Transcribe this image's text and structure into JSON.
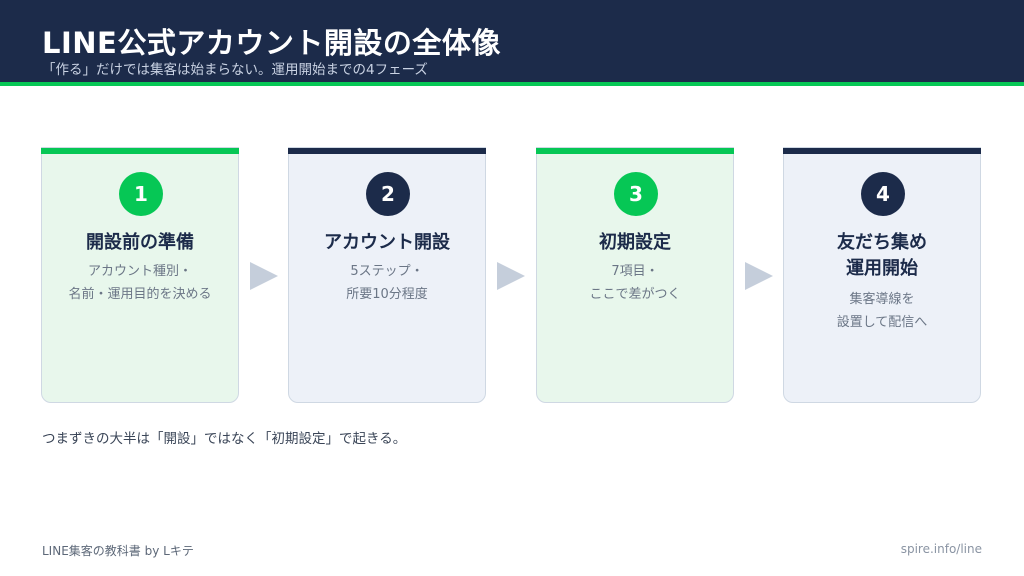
{
  "header": {
    "title": "LINE公式アカウント開設の全体像",
    "subtitle": "「作る」だけでは集客は始まらない。運用開始までの4フェーズ"
  },
  "steps": [
    {
      "number": "1",
      "title_lines": [
        "開設前の準備"
      ],
      "desc_lines": [
        "アカウント種別・",
        "名前・運用目的を決める"
      ]
    },
    {
      "number": "2",
      "title_lines": [
        "アカウント開設"
      ],
      "desc_lines": [
        "5ステップ・",
        "所要10分程度"
      ]
    },
    {
      "number": "3",
      "title_lines": [
        "初期設定"
      ],
      "desc_lines": [
        "7項目・",
        "ここで差がつく"
      ]
    },
    {
      "number": "4",
      "title_lines": [
        "友だち集め",
        "運用開始"
      ],
      "desc_lines": [
        "集客導線を",
        "設置して配信へ"
      ]
    }
  ],
  "colors": {
    "navy": "#1c2b4a",
    "green": "#06c755",
    "green_card": "#e8f7ec",
    "navy_card": "#edf1f8",
    "arrow": "#c5cedb"
  },
  "note": "つまずきの大半は「開設」ではなく「初期設定」で起きる。",
  "footer": {
    "left": "LINE集客の教科書 by Lキテ",
    "right": "spire.info/line"
  }
}
